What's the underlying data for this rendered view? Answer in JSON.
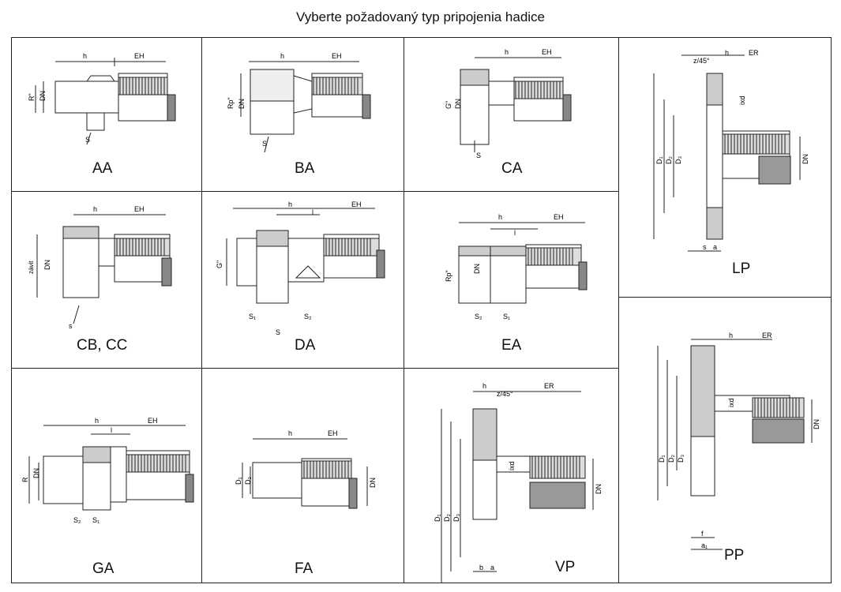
{
  "title": "Vyberte požadovaný typ pripojenia hadice",
  "cells": [
    {
      "code": "AA",
      "dims": {
        "h": "h",
        "eh": "EH",
        "side1": "R\"",
        "side2": "DN",
        "s": "S"
      }
    },
    {
      "code": "BA",
      "dims": {
        "h": "h",
        "eh": "EH",
        "side1": "Rp\"",
        "side2": "DN",
        "s": "S"
      }
    },
    {
      "code": "CA",
      "dims": {
        "h": "h",
        "eh": "EH",
        "side1": "G\"",
        "side2": "DN",
        "s": "S"
      }
    },
    {
      "code": "CB, CC",
      "dims": {
        "h": "h",
        "eh": "EH",
        "side1": "závit",
        "side2": "DN",
        "s": "s"
      }
    },
    {
      "code": "DA",
      "dims": {
        "h": "h",
        "l": "l",
        "eh": "EH",
        "side1": "G\"",
        "s1": "S₁",
        "s": "S",
        "s2": "S₂"
      }
    },
    {
      "code": "EA",
      "dims": {
        "h": "h",
        "l": "l",
        "eh": "EH",
        "side1": "Rp\"",
        "side2": "DN",
        "s2": "S₂",
        "s1": "S₁"
      }
    },
    {
      "code": "GA",
      "dims": {
        "h": "h",
        "l": "l",
        "eh": "EH",
        "side1": "R",
        "side2": "DN",
        "s2": "S₂",
        "s1": "S₁"
      }
    },
    {
      "code": "FA",
      "dims": {
        "h": "h",
        "eh": "EH",
        "d1": "D₁",
        "d2": "D₂",
        "dn": "DN"
      }
    },
    {
      "code": "VP",
      "dims": {
        "h": "h",
        "z": "z/45°",
        "er": "ER",
        "ixd": "ixd",
        "d1": "D₁",
        "d2": "D₂",
        "d3": "D₃",
        "dn": "DN",
        "b": "b",
        "a": "a"
      }
    },
    {
      "code": "LP",
      "dims": {
        "h": "h",
        "z": "z/45°",
        "er": "ER",
        "ixd": "ixd",
        "d1": "D₁",
        "d2": "D₂",
        "d3": "D₃",
        "dn": "DN",
        "s": "s",
        "a": "a"
      }
    },
    {
      "code": "PP",
      "dims": {
        "h": "h",
        "er": "ER",
        "ixd": "ixd",
        "d1": "D₁",
        "d2": "D₂",
        "d3": "D₃",
        "dn": "DN",
        "f": "f",
        "a1": "a₁"
      }
    }
  ]
}
